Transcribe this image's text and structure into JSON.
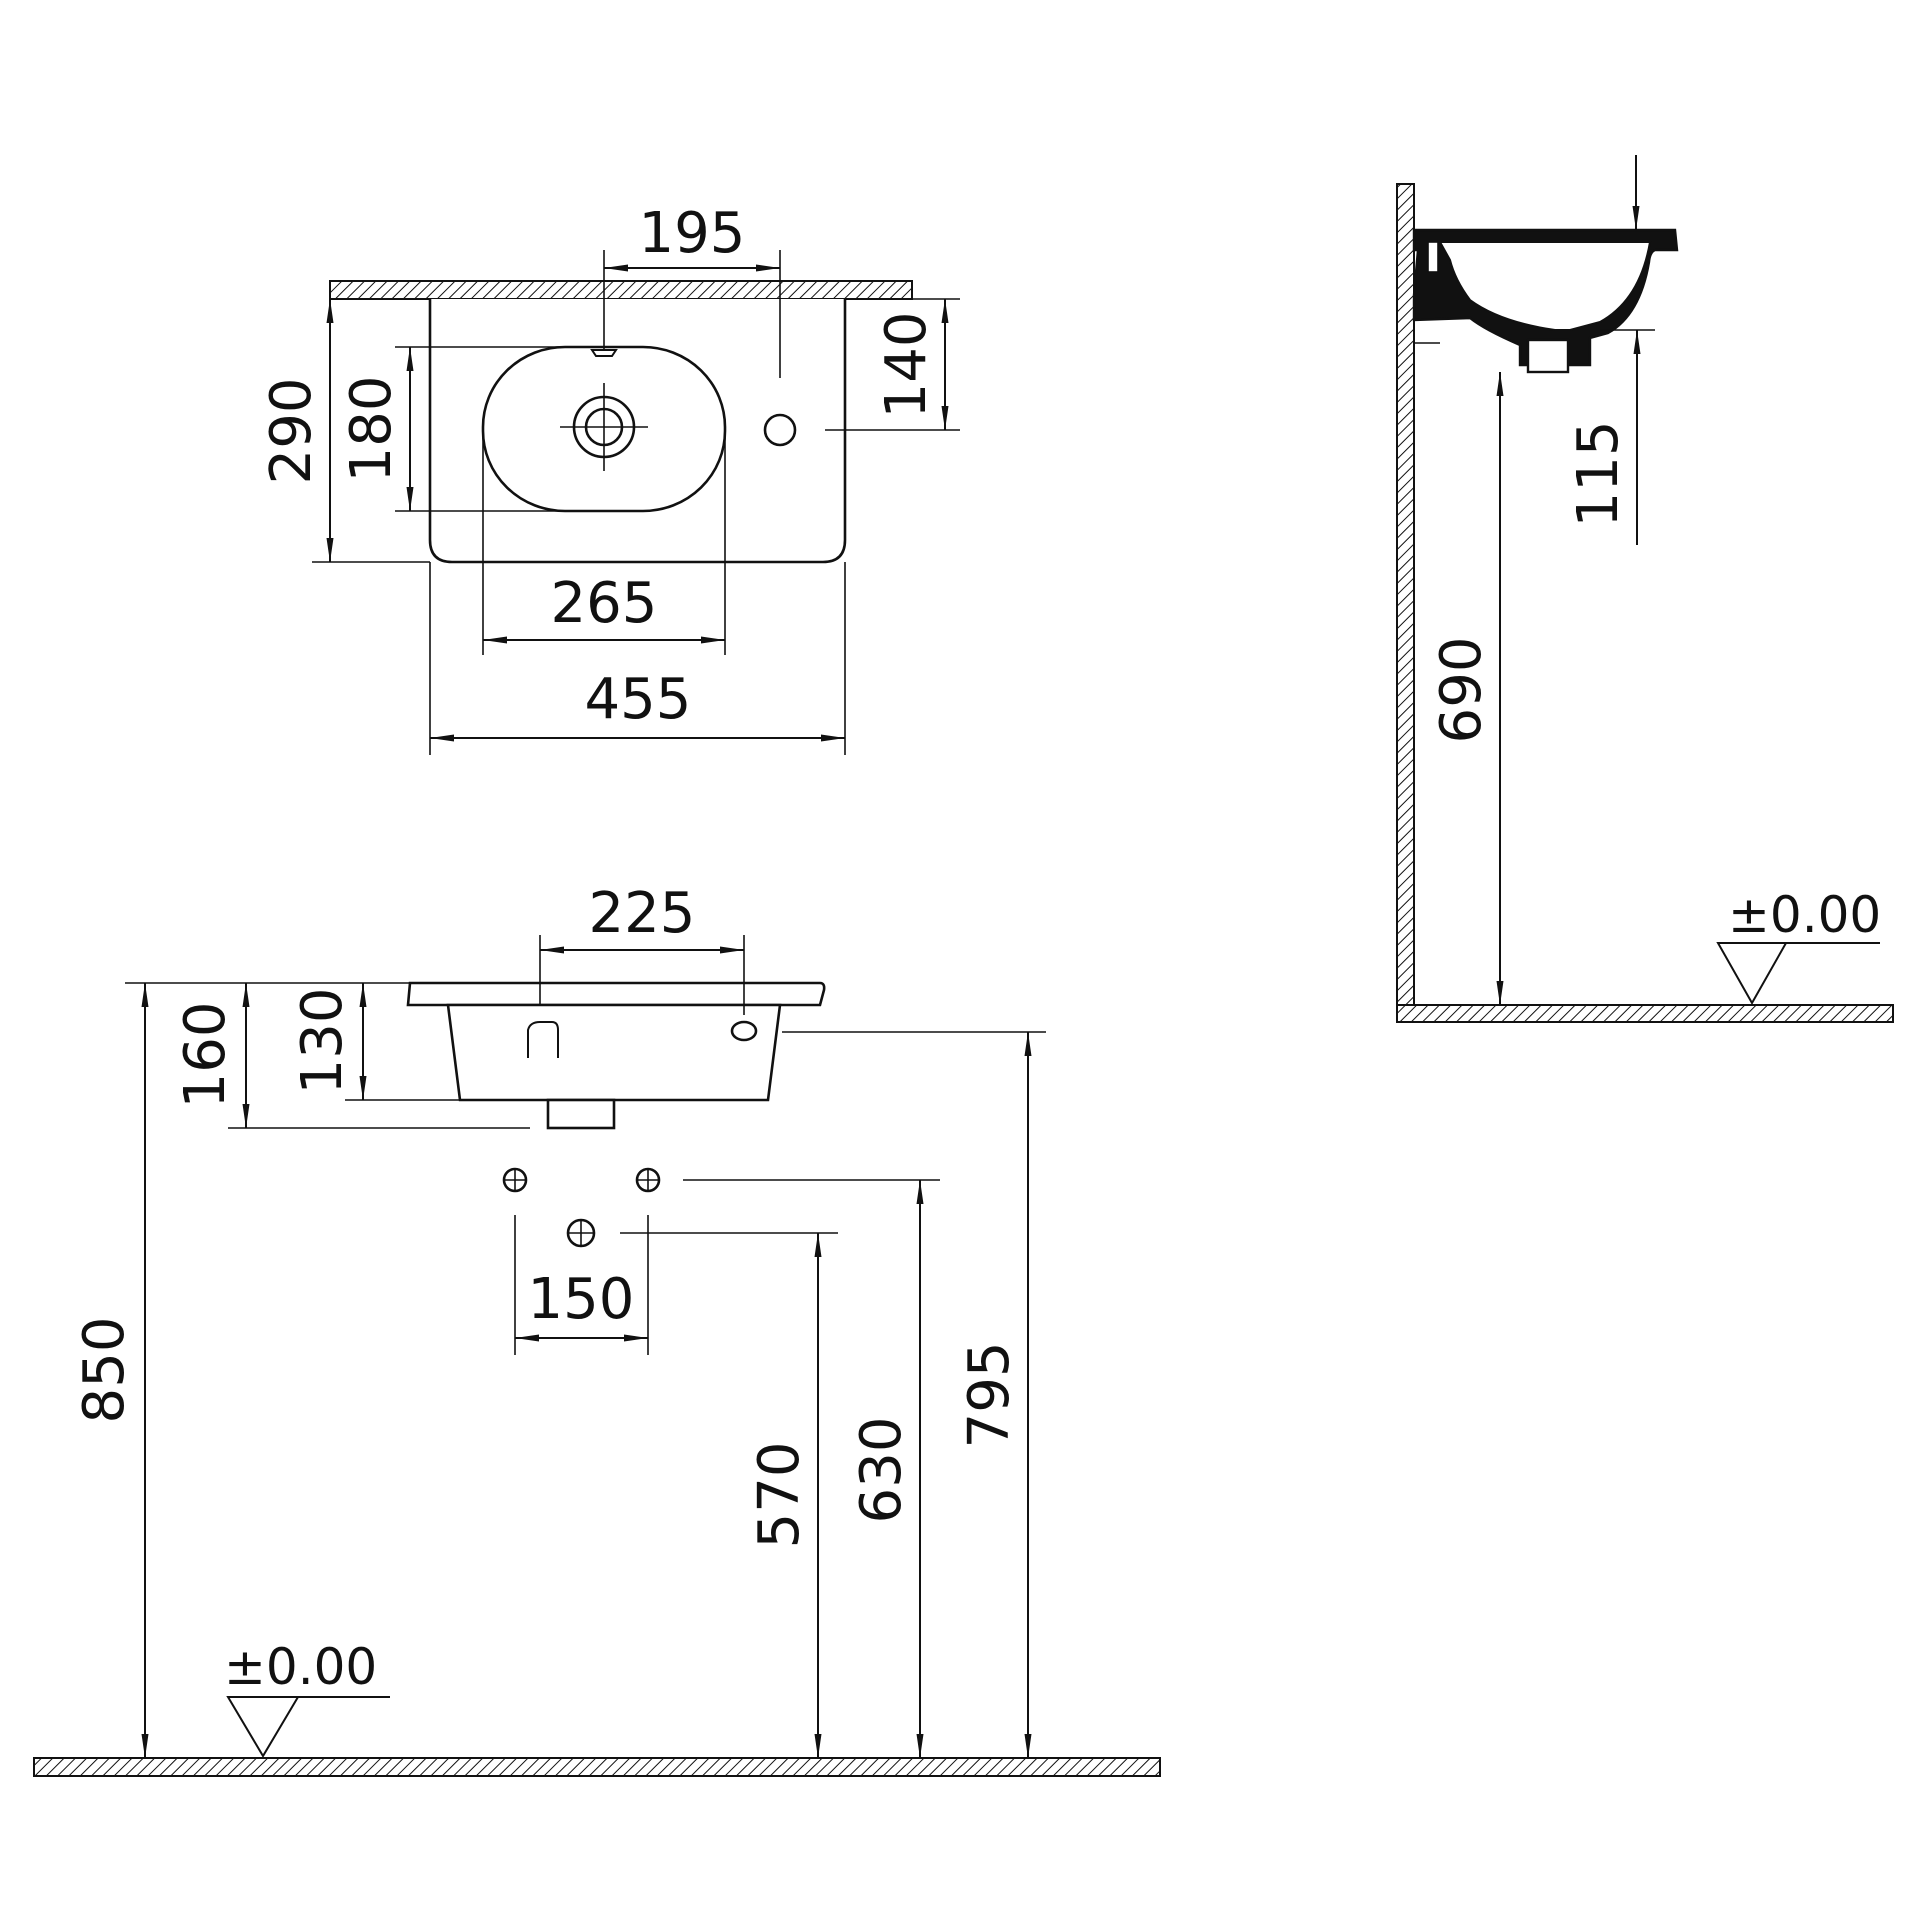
{
  "plan_view": {
    "dimensions": {
      "overall_width": "455",
      "bowl_width": "265",
      "tap_offset": "195",
      "overall_depth": "290",
      "bowl_depth": "180",
      "tap_hole_depth": "140"
    }
  },
  "front_view": {
    "dimensions": {
      "rim_height": "850",
      "depth_total": "160",
      "depth_body": "130",
      "overflow_spacing": "225",
      "supply_spacing": "150",
      "waste_height": "570",
      "supply_height": "630",
      "overflow_height": "795"
    },
    "floor_level": "±0.00"
  },
  "side_view": {
    "dimensions": {
      "trap_height": "690",
      "waste_drop": "115"
    },
    "floor_level": "±0.00"
  },
  "colors": {
    "line": "#111111",
    "background": "#ffffff"
  }
}
